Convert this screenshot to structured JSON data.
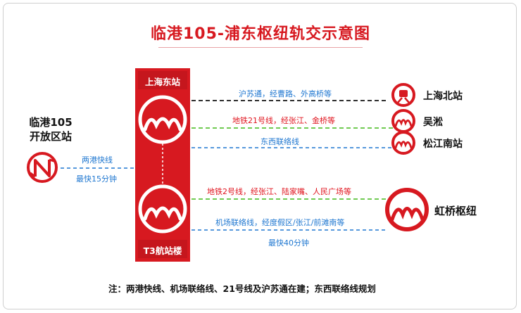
{
  "title": "临港105-浦东枢纽轨交示意图",
  "left_station": {
    "line1": "临港105",
    "line2": "开放区站"
  },
  "hub_top_label": "上海东站",
  "hub_bottom_label": "T3航站楼",
  "lingang_route": {
    "name": "两港快线",
    "time": "最快15分钟"
  },
  "upper_routes": [
    {
      "label": "沪苏通，经曹路、外高桥等",
      "destination": "上海北站"
    },
    {
      "label": "地铁21号线，经张江、金桥等",
      "destination": "吴淞"
    },
    {
      "label": "东西联络线",
      "destination": "松江南站"
    }
  ],
  "lower_routes": [
    {
      "label": "地铁2号线，经张江、陆家嘴、人民广场等"
    },
    {
      "label": "机场联络线，经度假区/张江/前滩南等"
    }
  ],
  "lower_time": "最快40分钟",
  "lower_destination": "虹桥枢纽",
  "note": "注：两港快线、机场联络线、21号线及沪苏通在建；东西联络线规划",
  "colors": {
    "red": "#d71920",
    "blue": "#1f77d0",
    "green": "#5cc23a",
    "black": "#111111"
  }
}
